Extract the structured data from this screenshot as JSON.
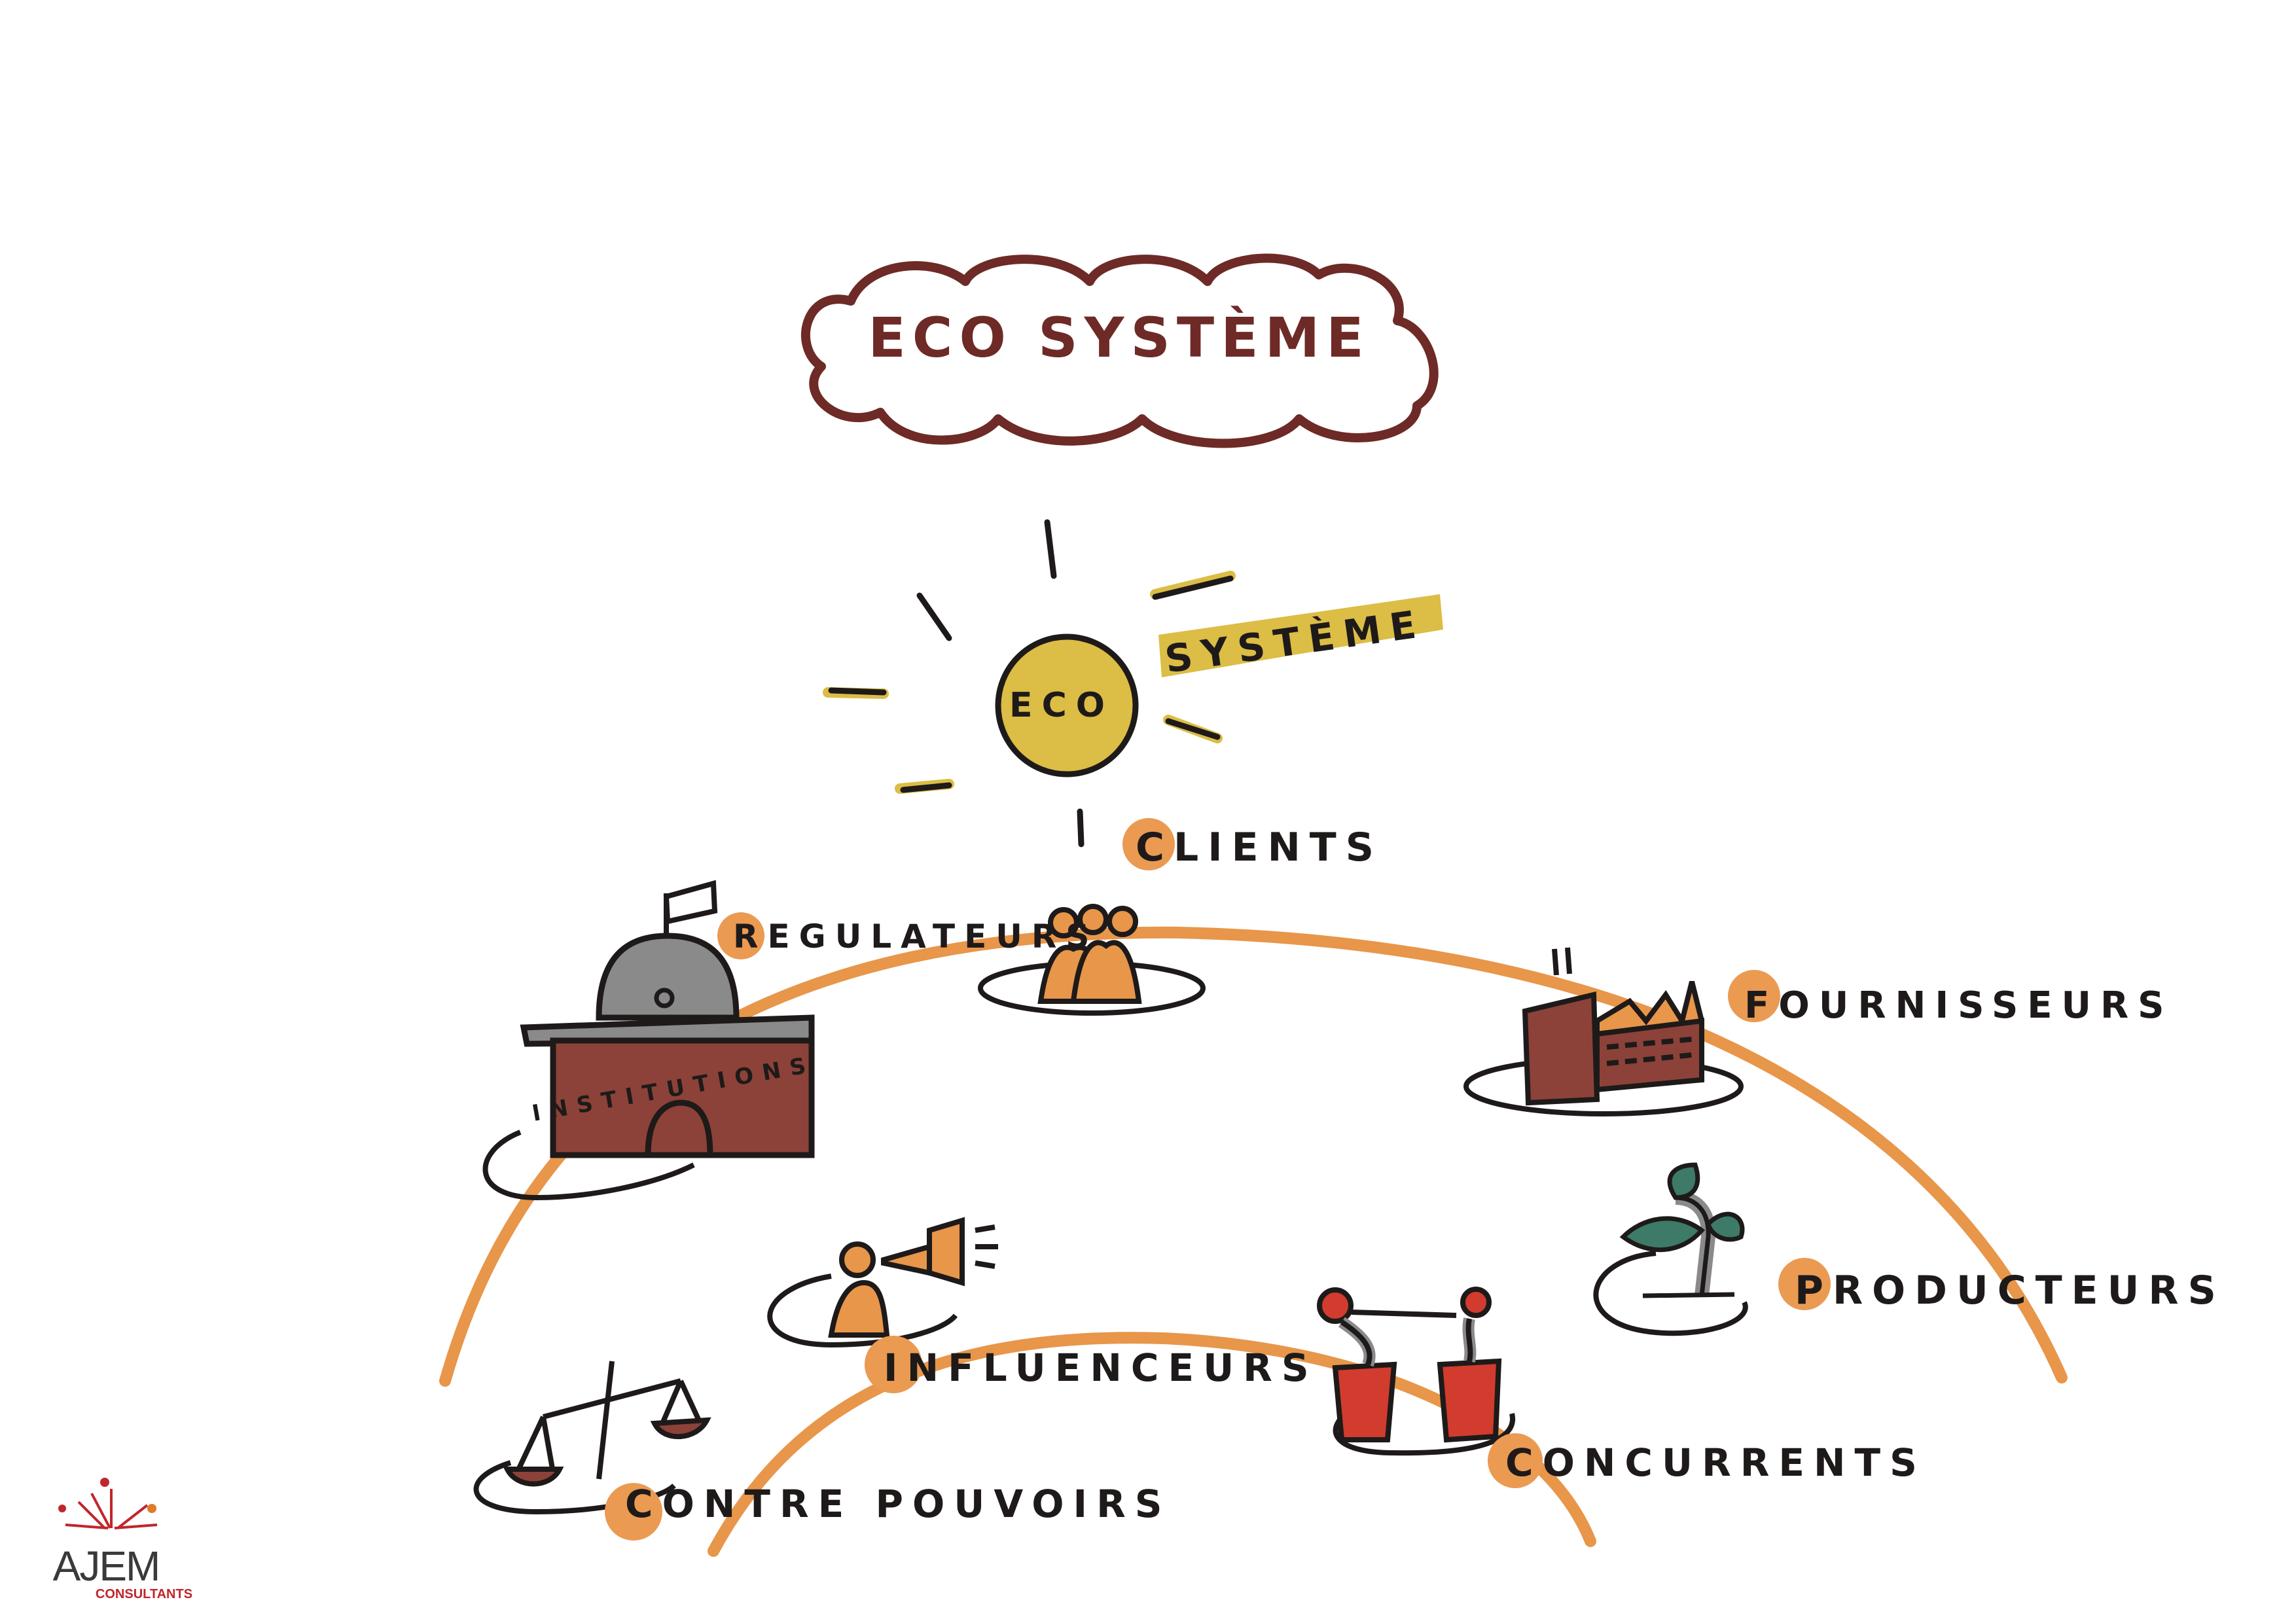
{
  "title": "ECO SYSTÈME",
  "sun": {
    "core_label": "ECO",
    "banner_label": "SYSTÈME"
  },
  "stakeholders": {
    "clients": "CLIENTS",
    "regulateurs": "REGULATEURS",
    "institutions": "INSTITUTIONS",
    "fournisseurs": "FOURNISSEURS",
    "producteurs": "PRODUCTEURS",
    "influenceurs": "INFLUENCEURS",
    "concurrents": "CONCURRENTS",
    "contre_pouvoirs": "CONTRE POUVOIRS"
  },
  "logo": {
    "name": "AJEM",
    "tagline": "CONSULTANTS"
  },
  "colors": {
    "arc": "#e8964a",
    "dot": "#eb9a52",
    "cloud": "#6e2a26",
    "sun": "#dcbd45",
    "ink": "#1e1a1a",
    "building": "#8c4238",
    "dome": "#8a8a8a",
    "podium": "#d13c2e",
    "leaf": "#3d7a68",
    "logo_red": "#c0262c"
  }
}
